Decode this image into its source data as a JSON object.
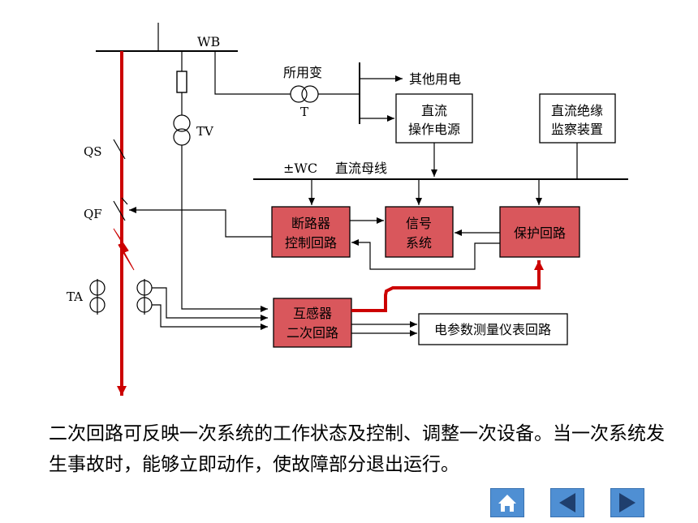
{
  "labels": {
    "wb": "WB",
    "station_transformer": "所用变",
    "station_transformer_t": "T",
    "other_use": "其他用电",
    "tv": "TV",
    "qs": "QS",
    "qf": "QF",
    "ta": "TA",
    "dc_bus_symbol": "±WC",
    "dc_bus_name": "直流母线"
  },
  "boxes": {
    "dc_power": [
      "直流",
      "操作电源"
    ],
    "dc_insulation": [
      "直流绝缘",
      "监察装置"
    ],
    "breaker_control": [
      "断路器",
      "控制回路"
    ],
    "signal": [
      "信号",
      "系统"
    ],
    "protection": "保护回路",
    "transformer_secondary": [
      "互感器",
      "二次回路"
    ],
    "measurement": "电参数测量仪表回路"
  },
  "caption": "二次回路可反映一次系统的工作状态及控制、调整一次设备。当一次系统发生事故时，能够立即动作，使故障部分退出运行。",
  "nav": [
    "home-icon",
    "previous-icon",
    "next-icon"
  ],
  "colors": {
    "highlight_box": "#d9575c",
    "fault_line": "#cc0000",
    "nav_button": "#4f8fd3"
  }
}
